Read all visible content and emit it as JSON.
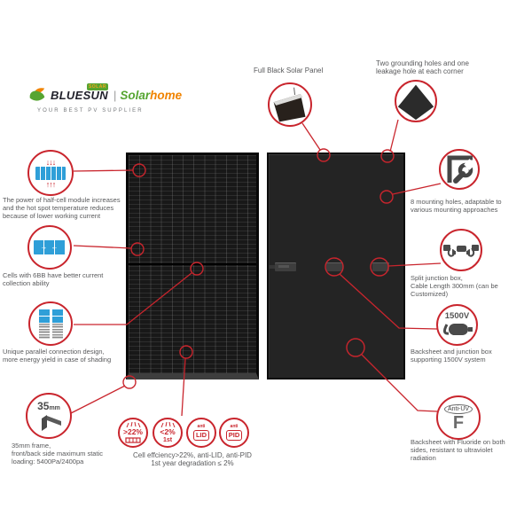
{
  "brand": {
    "name": "BLUESUN",
    "badge": "SOLAR",
    "divider": "|",
    "product_green": "Solar",
    "product_orange": "home",
    "tagline": "YOUR BEST PV SUPPLIER"
  },
  "top": {
    "full_black_label": "Full Black Solar Panel",
    "grounding_label": "Two grounding holes and one\nleakage hole at each corner"
  },
  "left_callouts": {
    "half_cell": {
      "text": "The power of half-cell module increases\nand the hot spot temperature reduces\nbecause of lower working current"
    },
    "six_bb": {
      "text": "Cells with 6BB have better current\ncollection ability"
    },
    "parallel": {
      "text": "Unique parallel connection design,\nmore energy yield in case of shading"
    },
    "frame": {
      "icon_big": "35",
      "icon_small": "mm",
      "text": "35mm frame,\nfront/back side maximum static\nloading: 5400Pa/2400pa"
    }
  },
  "right_callouts": {
    "mounting": {
      "text": "8 mounting holes, adaptable to\nvarious mounting approaches"
    },
    "junction": {
      "text": "Split junction box,\nCable Length 300mm (can be\nCustomized)"
    },
    "voltage": {
      "icon": "1500V",
      "text": "Backsheet and junction box\nsupporting 1500V system"
    },
    "anti_uv": {
      "icon": "Anti-UV",
      "letter": "F",
      "text": "Backsheet with Fluoride on both\nsides, resistant to ultraviolet\nradiation"
    }
  },
  "badges": {
    "efficiency": ">22%",
    "degradation": "<2%",
    "degradation_sub": "1st",
    "anti": "anti",
    "lid": "LID",
    "pid": "PID",
    "caption": "Cell effciency>22%, anti-LID,  anti-PID\n1st year degradation ≤ 2%"
  },
  "icon_glyphs": {
    "down_arrows": "↓↓↓",
    "up_arrows": "↑↑↑",
    "inward_arrows": "→ ←"
  },
  "colors": {
    "accent_red": "#c9252d",
    "cell_blue": "#2f9fd8",
    "brand_green": "#56a531",
    "brand_orange": "#f08300",
    "text_gray": "#58595b"
  }
}
